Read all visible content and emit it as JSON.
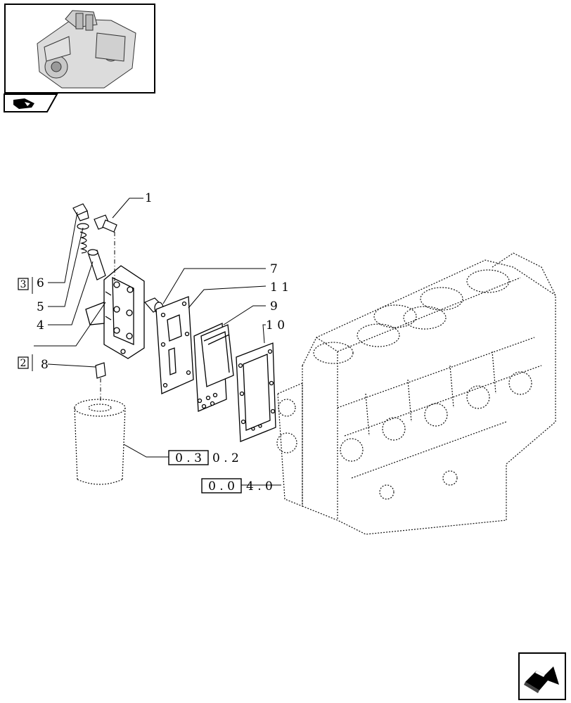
{
  "callouts": [
    {
      "id": "c1",
      "label": "1"
    },
    {
      "id": "c7",
      "label": "7"
    },
    {
      "id": "c11",
      "label": "1 1"
    },
    {
      "id": "c9",
      "label": "9"
    },
    {
      "id": "c10",
      "label": "1 0"
    },
    {
      "id": "c6",
      "label": "6"
    },
    {
      "id": "c5",
      "label": "5"
    },
    {
      "id": "c4",
      "label": "4"
    },
    {
      "id": "c8",
      "label": "8"
    }
  ],
  "groups": [
    {
      "id": "g3",
      "label": "3"
    },
    {
      "id": "g2",
      "label": "2"
    }
  ],
  "references": [
    {
      "id": "ref-filter",
      "boxed": "0 . 3",
      "rest": "0 . 2"
    },
    {
      "id": "ref-block",
      "boxed": "0 . 0",
      "rest": "4 . 0"
    }
  ],
  "icons": {
    "thumbnail": "engine-thumbnail-icon",
    "tab": "book-tab-icon",
    "nav": "next-page-arrow-icon"
  }
}
